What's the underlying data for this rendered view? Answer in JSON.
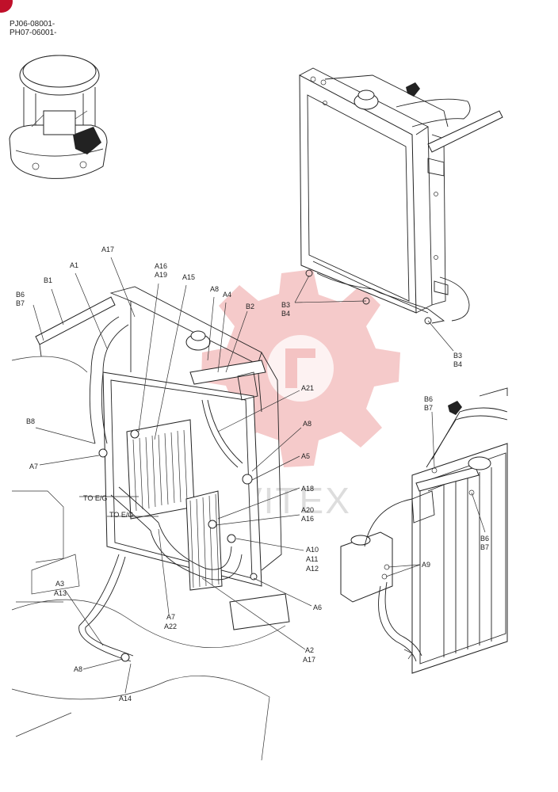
{
  "header": {
    "serial_1": "PJ06-08001-",
    "serial_2": "PH07-06001-"
  },
  "watermark": {
    "text": "VITEX",
    "color": "#e98a8a"
  },
  "corner_badge": {
    "color": "#c0102a"
  },
  "labels": {
    "a1": "A1",
    "a17_top": "A17",
    "a16_a19": [
      "A16",
      "A19"
    ],
    "a15": "A15",
    "a8_top": "A8",
    "a4": "A4",
    "b2": "B2",
    "b1": "B1",
    "b6_b7_left": [
      "B6",
      "B7"
    ],
    "b8": "B8",
    "a7_left": "A7",
    "to_eg_1": "TO E/G",
    "to_eg_2": "TO E/G",
    "a21": "A21",
    "a8_mid": "A8",
    "a5": "A5",
    "a18": "A18",
    "a20_a16": [
      "A20",
      "A16"
    ],
    "a10_a11_a12": [
      "A10",
      "A11",
      "A12"
    ],
    "a6": "A6",
    "a7_a22": [
      "A7",
      "A22"
    ],
    "a2_a17": [
      "A2",
      "A17"
    ],
    "a3_a13": [
      "A3",
      "A13"
    ],
    "a8_bottom": "A8",
    "a14": "A14",
    "b3_b4_top": [
      "B3",
      "B4"
    ],
    "b3_b4_bottom": [
      "B3",
      "B4"
    ],
    "b6_b7_right_top": [
      "B6",
      "B7"
    ],
    "b6_b7_right": [
      "B6",
      "B7"
    ],
    "a9": "A9"
  }
}
